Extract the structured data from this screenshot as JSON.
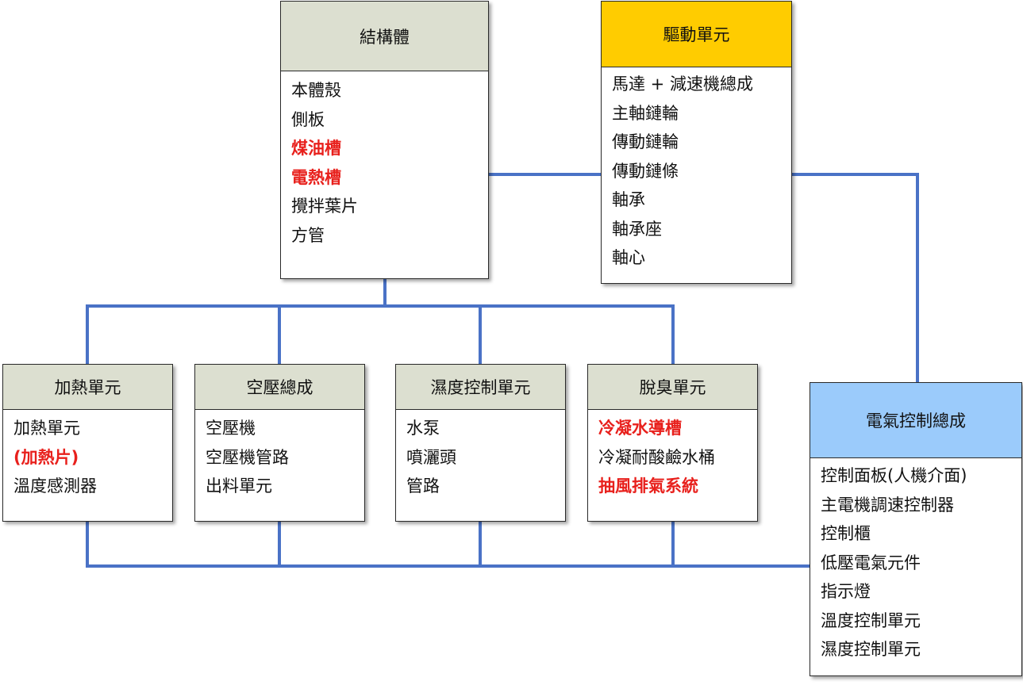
{
  "colors": {
    "header_default": "#dcdfd0",
    "header_drive": "#ffcc00",
    "header_electric": "#9bcbfb",
    "connector": "#4a72c6",
    "highlight_text": "#e8201c"
  },
  "boxes": {
    "structure": {
      "title": "結構體",
      "items": [
        {
          "text": "本體殼",
          "highlight": false
        },
        {
          "text": "側板",
          "highlight": false
        },
        {
          "text": "煤油槽",
          "highlight": true
        },
        {
          "text": "電熱槽",
          "highlight": true
        },
        {
          "text": "攪拌葉片",
          "highlight": false
        },
        {
          "text": "方管",
          "highlight": false
        }
      ]
    },
    "drive": {
      "title": "驅動單元",
      "items": [
        {
          "text": "馬達 + 減速機總成",
          "highlight": false
        },
        {
          "text": "主軸鏈輪",
          "highlight": false
        },
        {
          "text": "傳動鏈輪",
          "highlight": false
        },
        {
          "text": "傳動鏈條",
          "highlight": false
        },
        {
          "text": "軸承",
          "highlight": false
        },
        {
          "text": "軸承座",
          "highlight": false
        },
        {
          "text": "軸心",
          "highlight": false
        }
      ]
    },
    "heating": {
      "title": "加熱單元",
      "items": [
        {
          "text": "加熱單元",
          "highlight": false
        },
        {
          "text": "(加熱片)",
          "highlight": true
        },
        {
          "text": "溫度感測器",
          "highlight": false
        }
      ]
    },
    "air": {
      "title": "空壓總成",
      "items": [
        {
          "text": "空壓機",
          "highlight": false
        },
        {
          "text": "空壓機管路",
          "highlight": false
        },
        {
          "text": "出料單元",
          "highlight": false
        }
      ]
    },
    "humidity": {
      "title": "濕度控制單元",
      "items": [
        {
          "text": "水泵",
          "highlight": false
        },
        {
          "text": "噴灑頭",
          "highlight": false
        },
        {
          "text": "管路",
          "highlight": false
        }
      ]
    },
    "deodor": {
      "title": "脫臭單元",
      "items": [
        {
          "text": "冷凝水導槽",
          "highlight": true
        },
        {
          "text": "冷凝耐酸鹼水桶",
          "highlight": false
        },
        {
          "text": "抽風排氣系統",
          "highlight": true
        }
      ]
    },
    "electric": {
      "title": "電氣控制總成",
      "items": [
        {
          "text": "控制面板(人機介面)",
          "highlight": false
        },
        {
          "text": "主電機調速控制器",
          "highlight": false
        },
        {
          "text": "控制櫃",
          "highlight": false
        },
        {
          "text": "低壓電氣元件",
          "highlight": false
        },
        {
          "text": "指示燈",
          "highlight": false
        },
        {
          "text": "溫度控制單元",
          "highlight": false
        },
        {
          "text": "濕度控制單元",
          "highlight": false
        }
      ]
    }
  }
}
